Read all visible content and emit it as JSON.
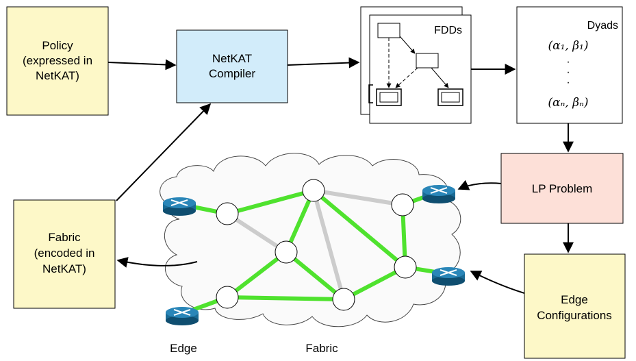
{
  "nodes": {
    "policy": {
      "lines": [
        "Policy",
        "(expressed in",
        "NetKAT)"
      ],
      "fill": "#fdf8c8"
    },
    "compiler": {
      "lines": [
        "NetKAT",
        "Compiler"
      ],
      "fill": "#d2ecfa"
    },
    "fdds": {
      "label": "FDDs"
    },
    "dyads": {
      "label": "Dyads",
      "first": "(α₁, β₁)",
      "last": "(αₙ, βₙ)",
      "dots": "·"
    },
    "lp": {
      "label": "LP Problem",
      "fill": "#fde0d8"
    },
    "fabric_box": {
      "lines": [
        "Fabric",
        "(encoded in",
        "NetKAT)"
      ],
      "fill": "#fdf8c8"
    },
    "edge_configs": {
      "lines": [
        "Edge",
        "Configurations"
      ],
      "fill": "#fdf8c8"
    }
  },
  "network": {
    "edge_label": "Edge",
    "fabric_label": "Fabric",
    "active_link_color": "#4fe22e",
    "inactive_link_color": "#cccccc",
    "router_color": "#1a6b95"
  }
}
